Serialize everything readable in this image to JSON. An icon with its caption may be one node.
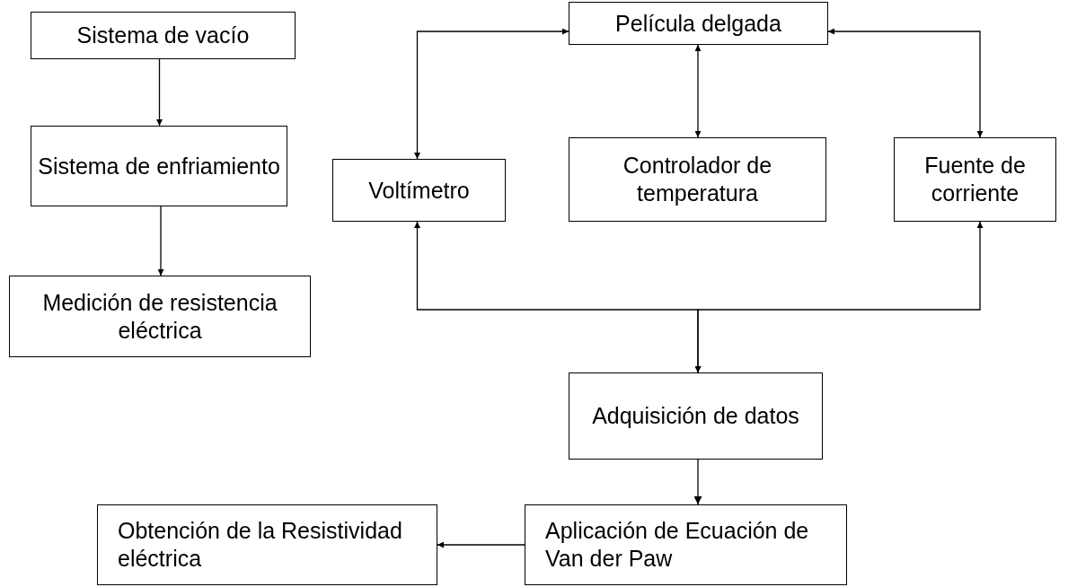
{
  "diagram": {
    "nodes": [
      {
        "text": [
          "Sistema de vacío"
        ]
      },
      {
        "text": [
          "Sistema de enfriamiento"
        ]
      },
      {
        "text": [
          "Medición de resistencia eléctrica"
        ]
      },
      {
        "text": [
          "Película delgada"
        ]
      },
      {
        "text": [
          "Voltímetro"
        ]
      },
      {
        "text": [
          "Controlador de temperatura"
        ]
      },
      {
        "text": [
          "Fuente de corriente"
        ]
      },
      {
        "text": [
          "Adquisición de datos"
        ]
      },
      {
        "text": [
          "Aplicación de Ecuación de Van der Paw"
        ]
      },
      {
        "text": [
          "Obtención de la Resistividad eléctrica"
        ]
      }
    ],
    "edges": [
      {
        "from": 0,
        "to": 1,
        "arrow": "to"
      },
      {
        "from": 1,
        "to": 2,
        "arrow": "to"
      },
      {
        "from": 3,
        "to": 4,
        "arrow": "both"
      },
      {
        "from": 3,
        "to": 5,
        "arrow": "both"
      },
      {
        "from": 3,
        "to": 6,
        "arrow": "both"
      },
      {
        "from": 7,
        "to": 4,
        "arrow": "both"
      },
      {
        "from": 7,
        "to": 6,
        "arrow": "both"
      },
      {
        "from": 7,
        "to": 8,
        "arrow": "to"
      },
      {
        "from": 8,
        "to": 9,
        "arrow": "to"
      }
    ]
  }
}
